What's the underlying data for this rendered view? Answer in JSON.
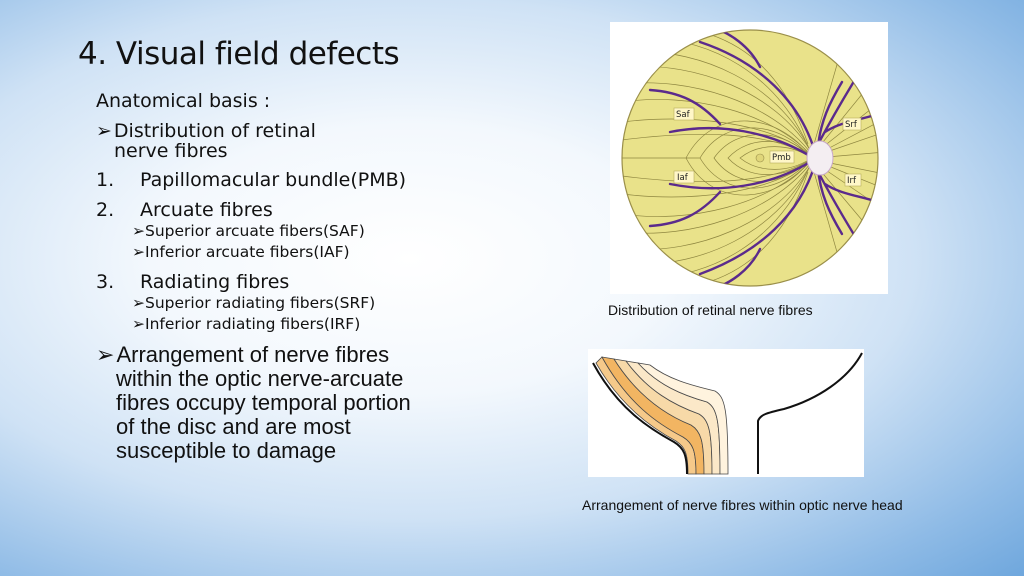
{
  "title": "4.  Visual field defects",
  "anatomical_basis": "Anatomical basis :",
  "distribution": {
    "arrow": "➢",
    "line1": "Distribution of retinal",
    "line2": "nerve fibres"
  },
  "items": [
    {
      "num": "1.",
      "label": "Papillomacular bundle(PMB)"
    },
    {
      "num": "2.",
      "label": "Arcuate fibres",
      "subs": [
        "Superior arcuate fibers(SAF)",
        "Inferior arcuate fibers(IAF)"
      ]
    },
    {
      "num": "3.",
      "label": "Radiating fibres",
      "subs": [
        "Superior radiating fibers(SRF)",
        "Inferior radiating fibers(IRF)"
      ]
    }
  ],
  "arrangement": {
    "arrow": "➢",
    "lines": [
      "Arrangement of nerve fibres",
      "within the optic nerve-arcuate",
      "fibres occupy temporal portion",
      "of the disc and are most",
      "susceptible to damage"
    ]
  },
  "figure1": {
    "labels": {
      "saf": "Saf",
      "srf": "Srf",
      "pmb": "Pmb",
      "iaf": "Iaf",
      "irf": "Irf"
    },
    "caption": "Distribution of retinal nerve fibres"
  },
  "figure2": {
    "caption": "Arrangement of nerve fibres within optic nerve head"
  }
}
